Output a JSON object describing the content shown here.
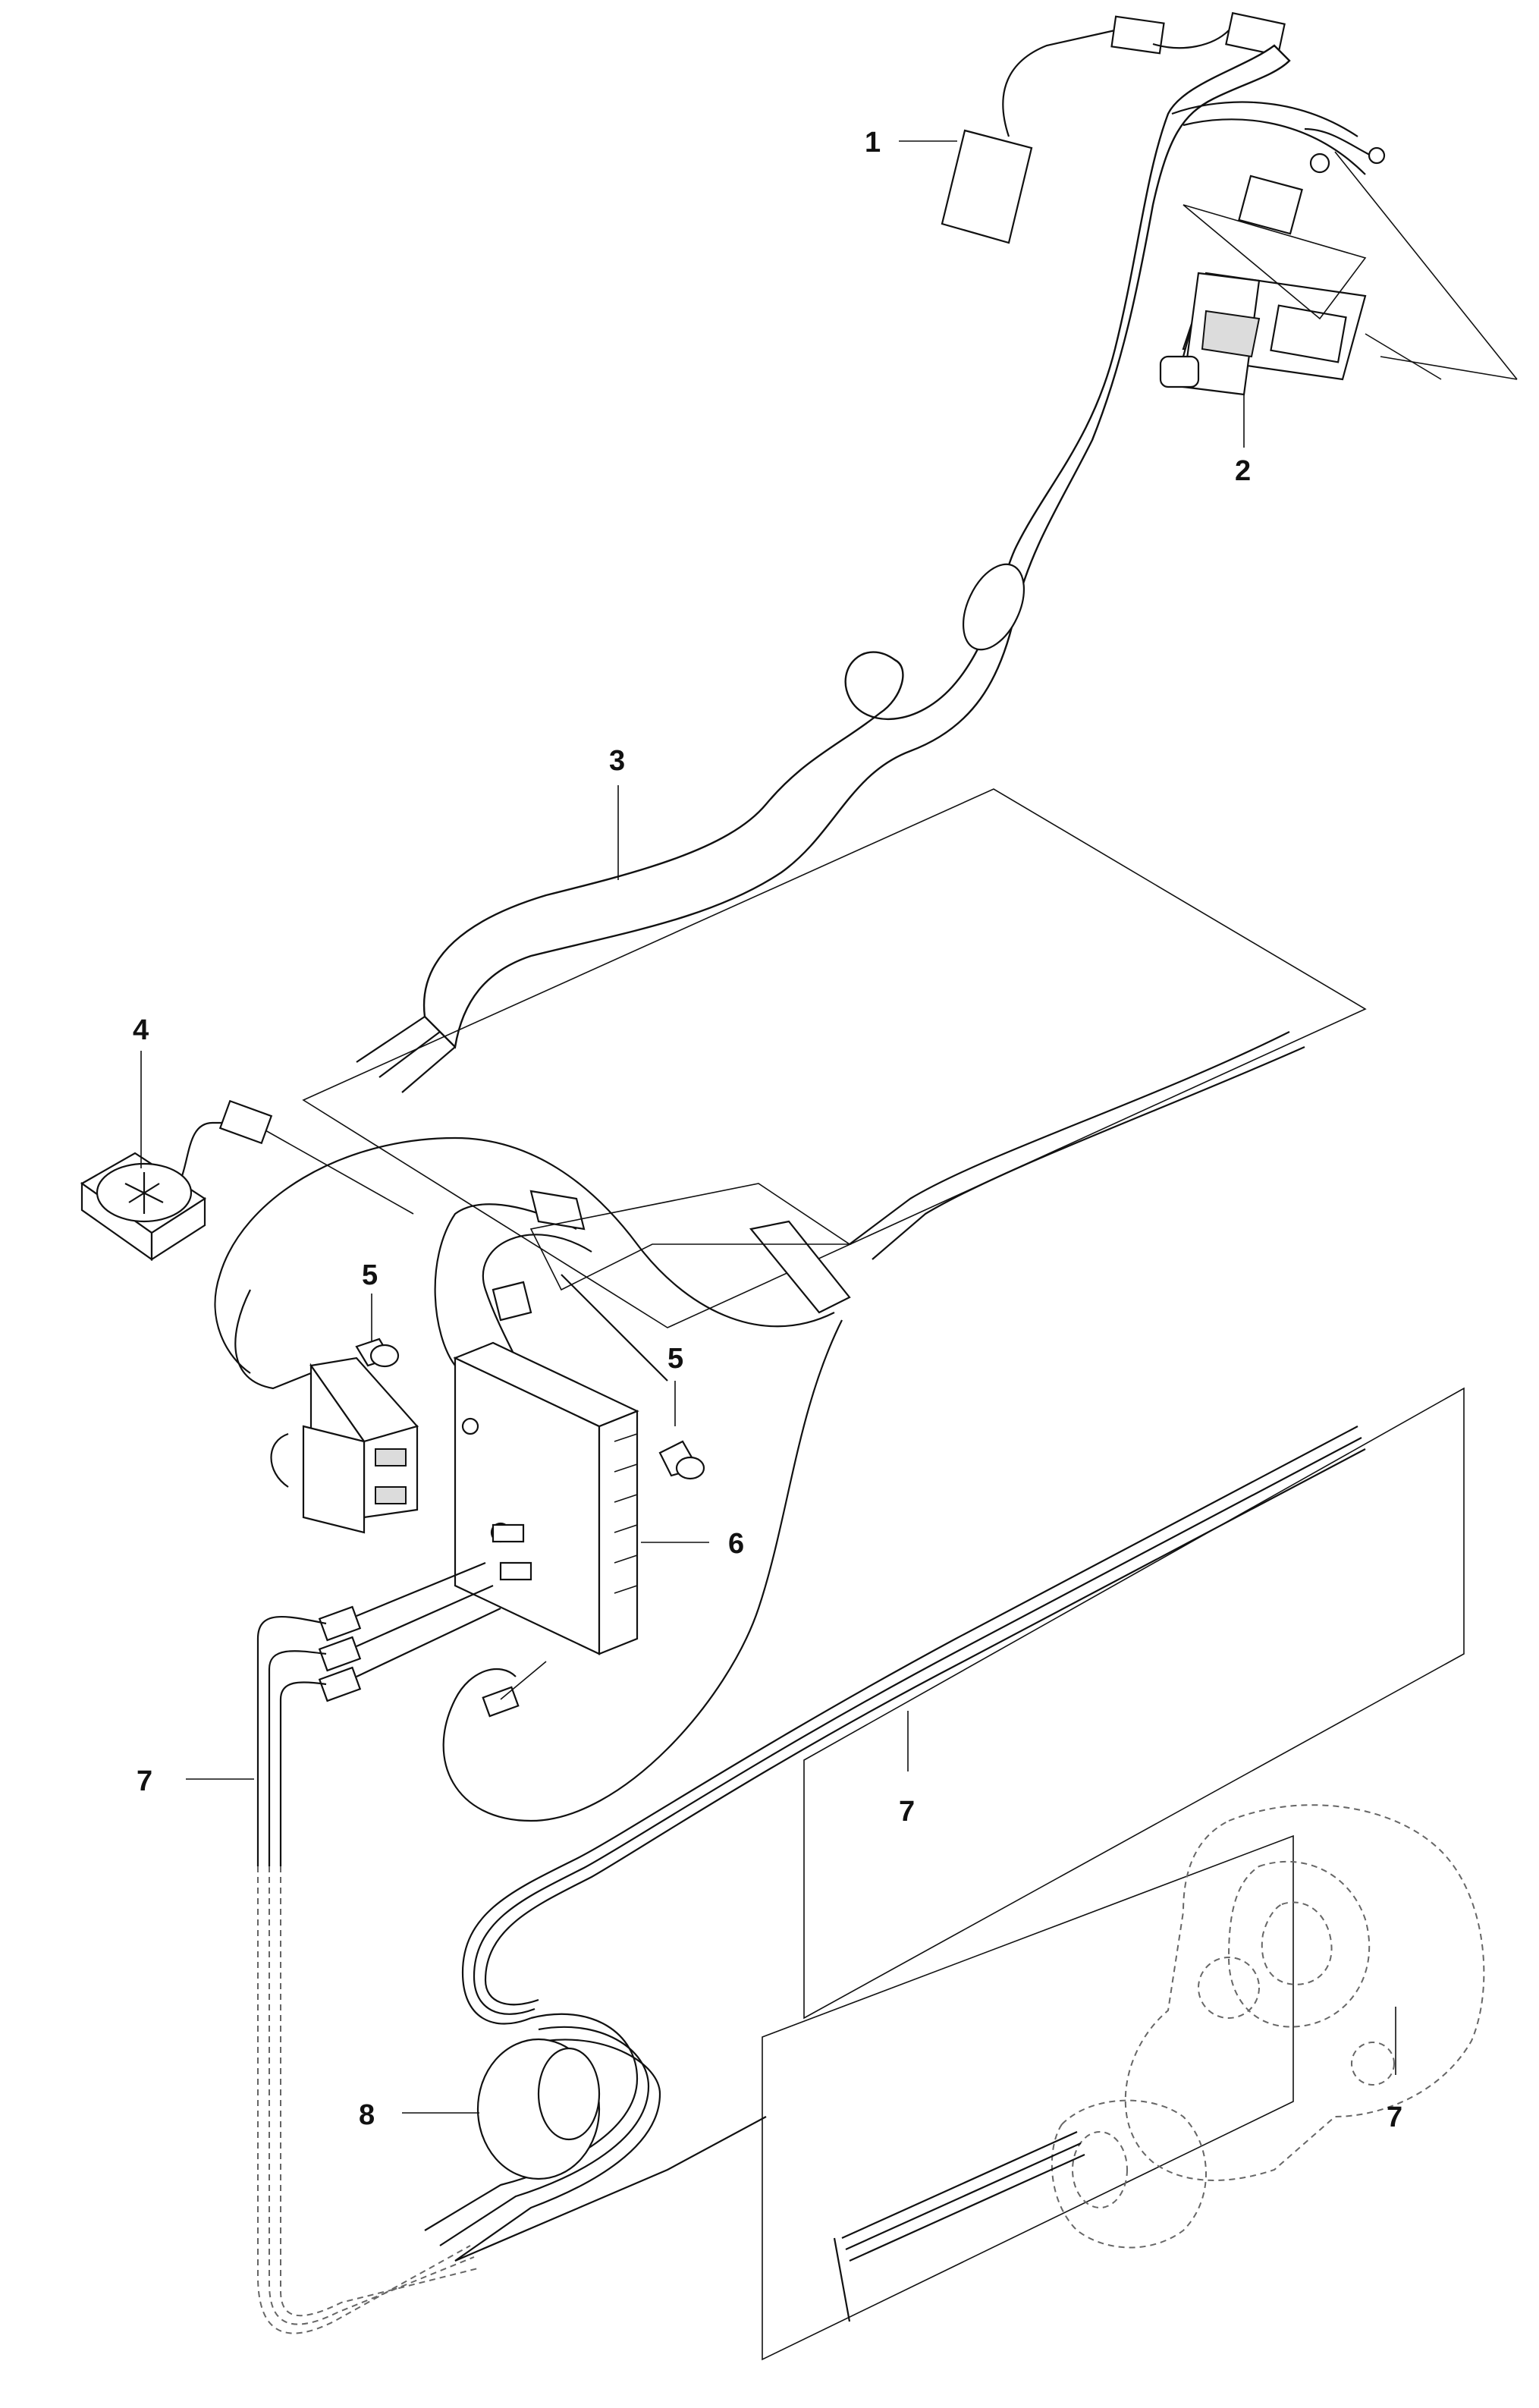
{
  "callouts": [
    {
      "id": "c1",
      "label": "1"
    },
    {
      "id": "c2",
      "label": "2"
    },
    {
      "id": "c3",
      "label": "3"
    },
    {
      "id": "c4",
      "label": "4"
    },
    {
      "id": "c5a",
      "label": "5"
    },
    {
      "id": "c5b",
      "label": "5"
    },
    {
      "id": "c6",
      "label": "6"
    },
    {
      "id": "c7a",
      "label": "7"
    },
    {
      "id": "c7b",
      "label": "7"
    },
    {
      "id": "c7c",
      "label": "7"
    },
    {
      "id": "c8",
      "label": "8"
    }
  ]
}
